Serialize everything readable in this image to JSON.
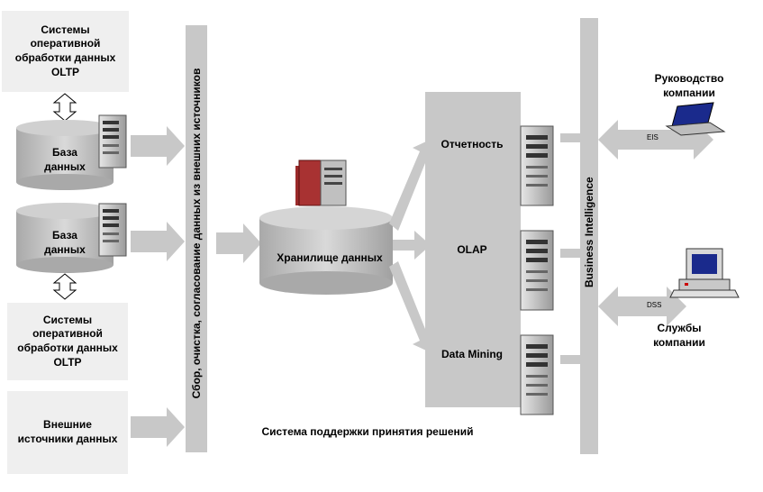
{
  "sources": {
    "oltp_top": "Системы\nоперативной\nобработки данных\nOLTP",
    "db1": "База\nданных",
    "db2": "База\nданных",
    "oltp_bottom": "Системы\nоперативной\nобработки данных\nOLTP",
    "external": "Внешние\nисточники данных"
  },
  "etl_bar_label": "Сбор, очистка, согласование данных из внешних источников",
  "warehouse_label": "Хранилище данных",
  "dss_panel": {
    "reporting": "Отчетность",
    "olap": "OLAP",
    "data_mining": "Data Mining"
  },
  "bi_bar_label": "Business Intelligence",
  "management": "Руководство\nкомпании",
  "eis": "EIS",
  "services": "Службы\nкомпании",
  "dss": "DSS",
  "caption": "Система поддержки принятия решений",
  "colors": {
    "box_bg": "#efefef",
    "bar_gray": "#c8c8c8",
    "arrow_gray": "#c8c8c8",
    "cylinder_gray": "#bdbdbd",
    "server_red": "#a83232"
  }
}
